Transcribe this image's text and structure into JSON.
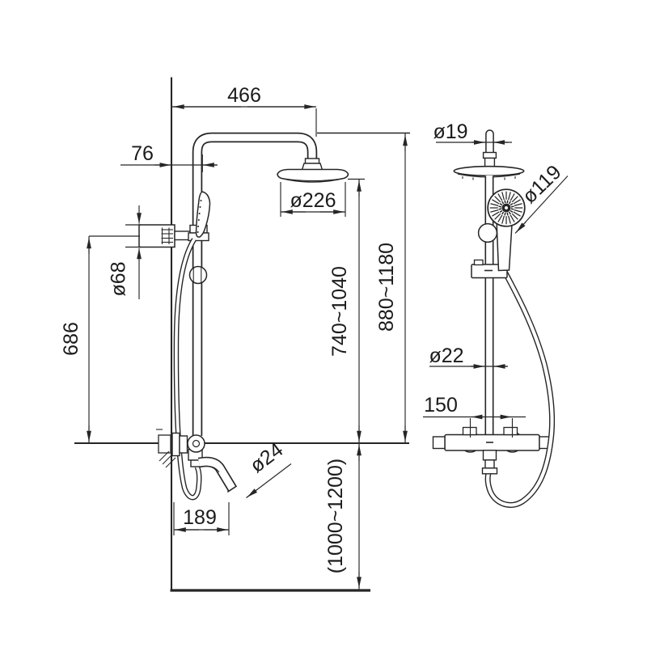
{
  "drawing": {
    "kind": "technical dimension drawing",
    "subject": "thermostatic shower column with overhead rain shower, hand shower and spout",
    "colors": {
      "line": "#262626",
      "text": "#1b1b1b",
      "background": "#ffffff"
    },
    "front_view": {
      "name": "front view",
      "dims": {
        "arm_reach": "466",
        "wall_to_riser": "76",
        "head_diameter": "ø226",
        "flange_diameter": "ø68",
        "flange_to_valve": "686",
        "head_to_valve_height": "740~1040",
        "overall_height": "880~1180",
        "spout_tube_diameter": "ø24",
        "spout_reach": "189",
        "valve_install_height": "(1000~1200)"
      }
    },
    "side_view": {
      "name": "side view",
      "dims": {
        "top_pipe_diameter": "ø19",
        "hand_shower_diameter": "ø119",
        "riser_diameter": "ø22",
        "inlet_centers": "150"
      }
    }
  }
}
